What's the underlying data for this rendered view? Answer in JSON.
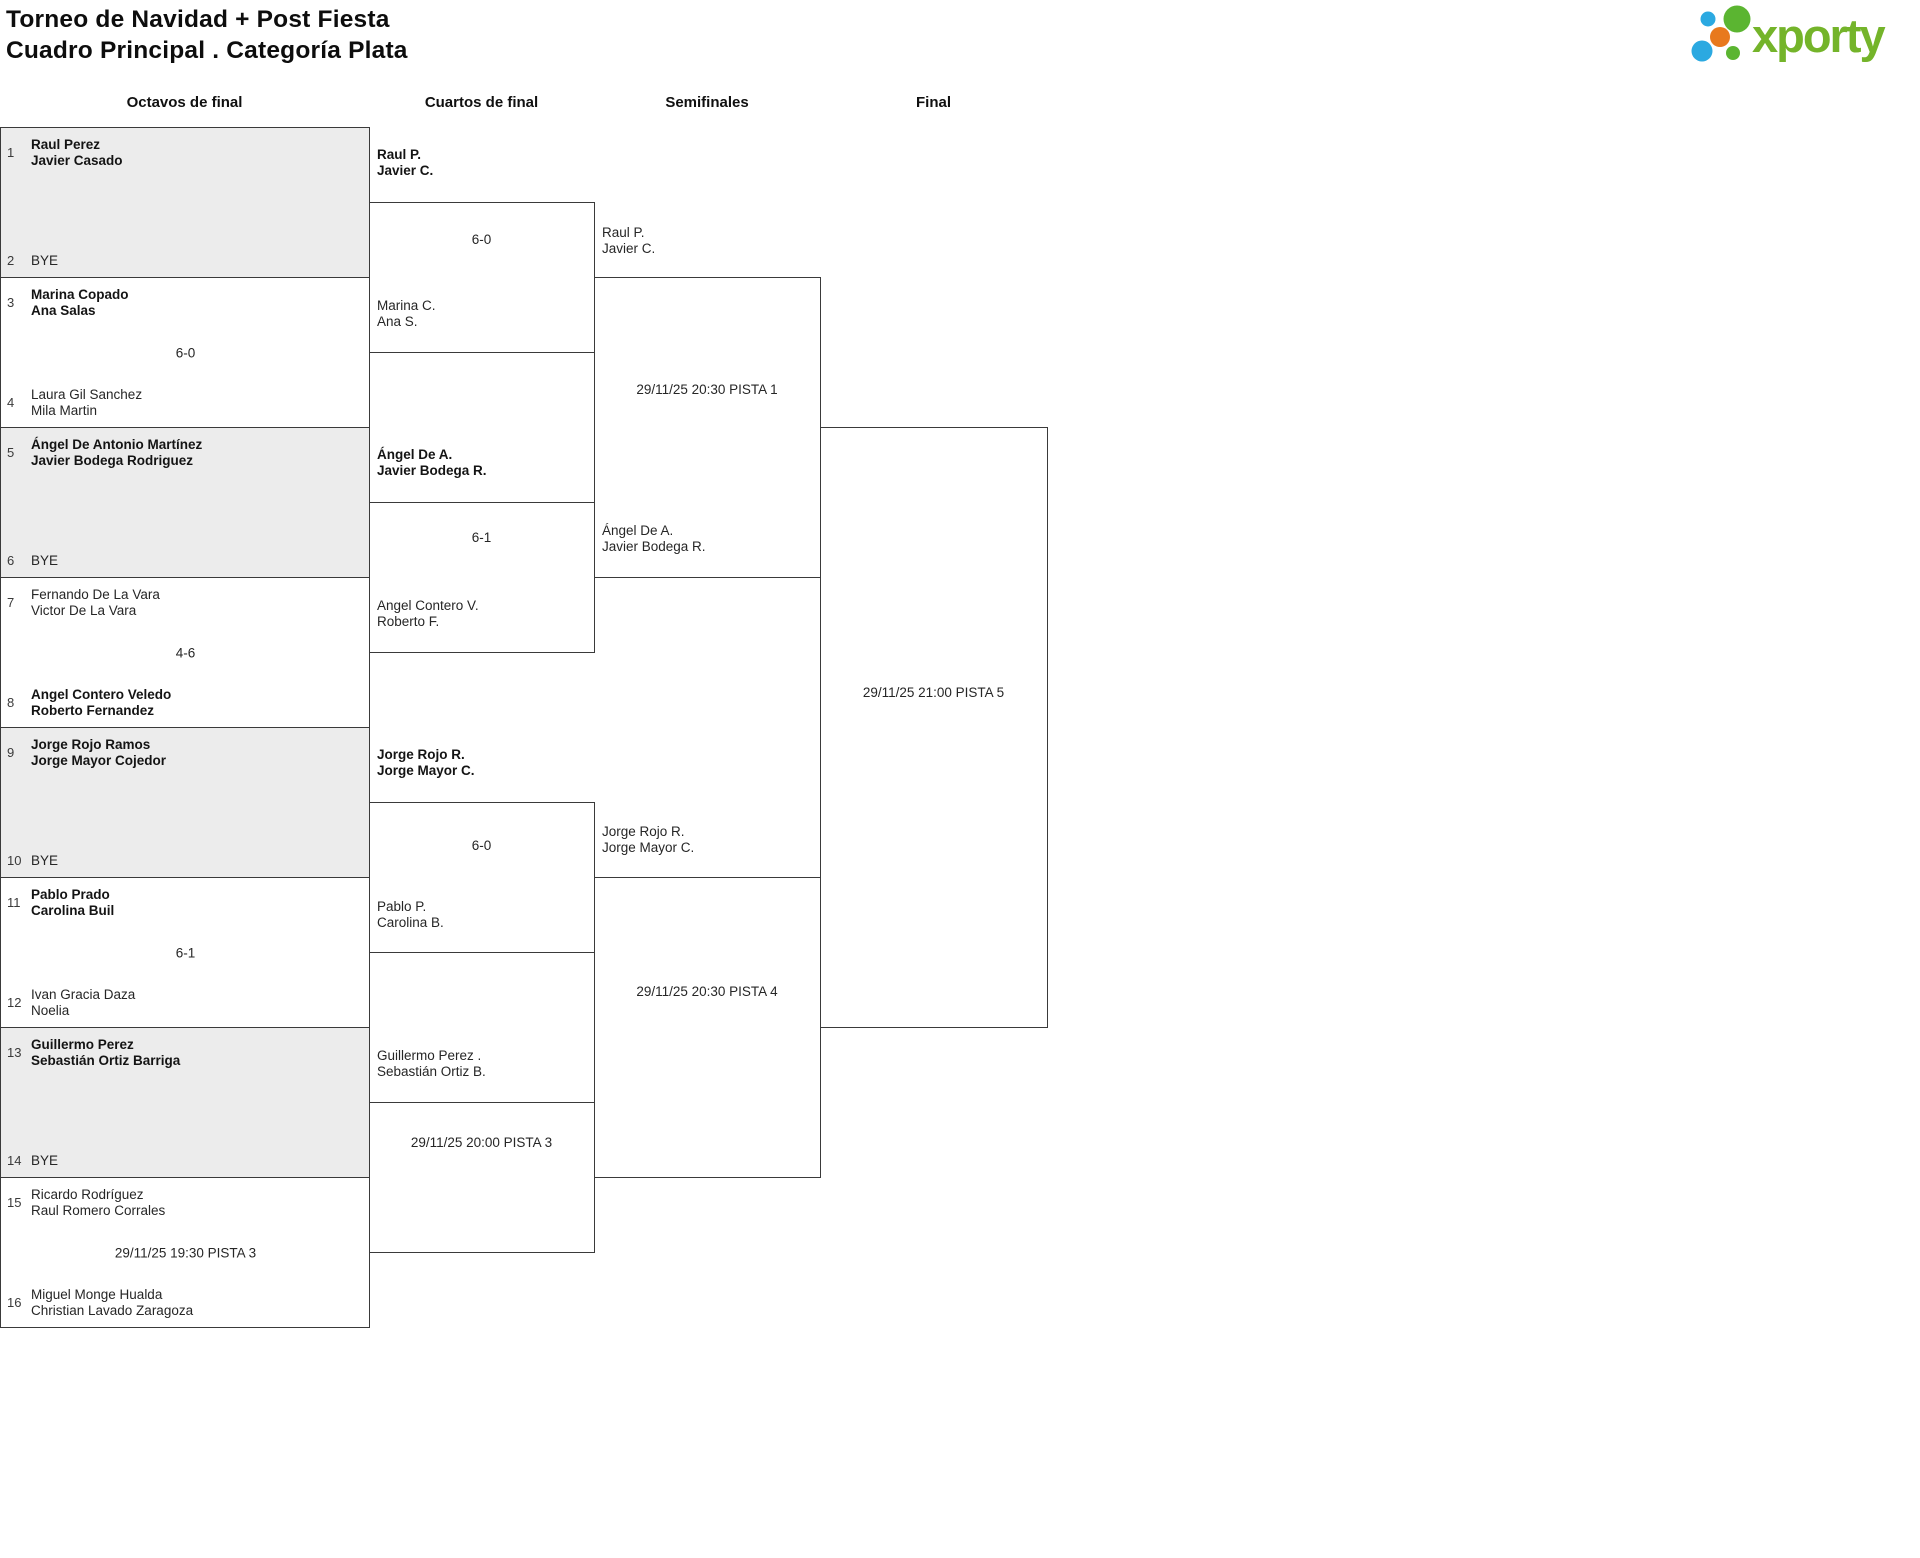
{
  "title": {
    "line1": "Torneo de Navidad + Post Fiesta",
    "line2": "Cuadro Principal . Categoría Plata"
  },
  "logo": {
    "wordmark": "xporty",
    "green": "#74b42a",
    "dot_green": "#5bb531",
    "blue": "#2ba9e1",
    "orange": "#e8791d"
  },
  "round_headers": [
    "Octavos de final",
    "Cuartos de final",
    "Semifinales",
    "Final"
  ],
  "colors": {
    "box_border": "#3a3a3a",
    "bye_background": "#ececec"
  },
  "r16": [
    {
      "n1": "1",
      "t1a": "Raul Perez",
      "t1b": "Javier Casado",
      "n2": "2",
      "t2a": "BYE"
    },
    {
      "n1": "3",
      "t1a": "Marina Copado",
      "t1b": "Ana Salas",
      "n2": "4",
      "t2a": "Laura Gil Sanchez",
      "t2b": "Mila Martin",
      "mid": "6-0"
    },
    {
      "n1": "5",
      "t1a": "Ángel De Antonio Martínez",
      "t1b": "Javier Bodega Rodriguez",
      "n2": "6",
      "t2a": "BYE"
    },
    {
      "n1": "7",
      "t1a": "Fernando De La Vara",
      "t1b": "Victor De La Vara",
      "n2": "8",
      "t2a": "Angel Contero Veledo",
      "t2b": "Roberto Fernandez",
      "mid": "4-6"
    },
    {
      "n1": "9",
      "t1a": "Jorge Rojo Ramos",
      "t1b": "Jorge Mayor Cojedor",
      "n2": "10",
      "t2a": "BYE"
    },
    {
      "n1": "11",
      "t1a": "Pablo Prado",
      "t1b": "Carolina Buil",
      "n2": "12",
      "t2a": "Ivan Gracia Daza",
      "t2b": "Noelia",
      "mid": "6-1"
    },
    {
      "n1": "13",
      "t1a": "Guillermo Perez",
      "t1b": "Sebastián Ortiz Barriga",
      "n2": "14",
      "t2a": "BYE"
    },
    {
      "n1": "15",
      "t1a": "Ricardo Rodríguez",
      "t1b": "Raul Romero Corrales",
      "n2": "16",
      "t2a": "Miguel Monge Hualda",
      "t2b": "Christian Lavado Zaragoza",
      "mid": "29/11/25 19:30 PISTA 3"
    }
  ],
  "qf": [
    {
      "t1a": "Raul P.",
      "t1b": "Javier C.",
      "t2a": "Marina C.",
      "t2b": "Ana S.",
      "mid": "6-0"
    },
    {
      "t1a": "Ángel De A.",
      "t1b": "Javier Bodega R.",
      "t2a": "Angel Contero V.",
      "t2b": "Roberto F.",
      "mid": "6-1"
    },
    {
      "t1a": "Jorge Rojo R.",
      "t1b": "Jorge Mayor C.",
      "t2a": "Pablo P.",
      "t2b": "Carolina B.",
      "mid": "6-0"
    },
    {
      "t1a": "Guillermo Perez .",
      "t1b": "Sebastián Ortiz B.",
      "mid": "29/11/25 20:00 PISTA 3"
    }
  ],
  "sf": [
    {
      "t1a": "Raul P.",
      "t1b": "Javier C.",
      "t2a": "Ángel De A.",
      "t2b": "Javier Bodega R.",
      "mid": "29/11/25 20:30 PISTA 1"
    },
    {
      "t1a": "Jorge Rojo R.",
      "t1b": "Jorge Mayor C.",
      "mid": "29/11/25 20:30 PISTA 4"
    }
  ],
  "final": {
    "mid": "29/11/25 21:00 PISTA 5"
  }
}
